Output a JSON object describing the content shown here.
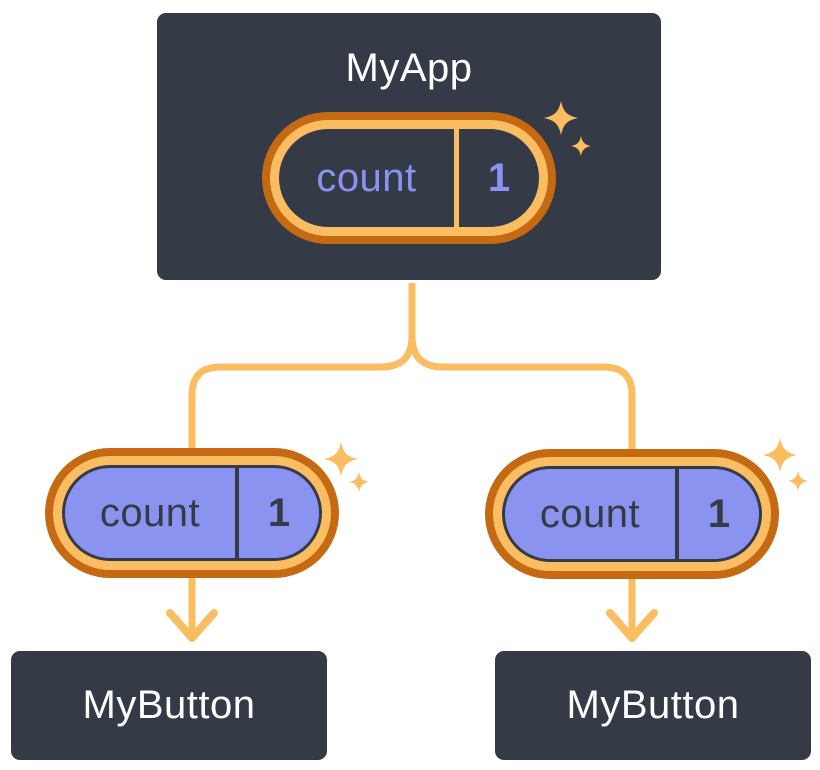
{
  "diagram": {
    "description": "React state tree diagram: parent component passes count state down to two child buttons",
    "root": {
      "title": "MyApp",
      "state": {
        "name": "count",
        "value": "1"
      }
    },
    "children": [
      {
        "title": "MyButton",
        "state": {
          "name": "count",
          "value": "1"
        }
      },
      {
        "title": "MyButton",
        "state": {
          "name": "count",
          "value": "1"
        }
      }
    ],
    "icons": {
      "sparkle": "four-point-star"
    },
    "colors": {
      "box_fill": "#343a46",
      "box_border": "#ffffff",
      "pill_ring_outer": "#c56a12",
      "pill_ring_inner": "#fabd62",
      "pill_fill_purple": "#8b93f0",
      "connector": "#fabd62",
      "text_white": "#ffffff",
      "text_purple": "#8b93f2",
      "text_navy": "#343a46"
    }
  }
}
